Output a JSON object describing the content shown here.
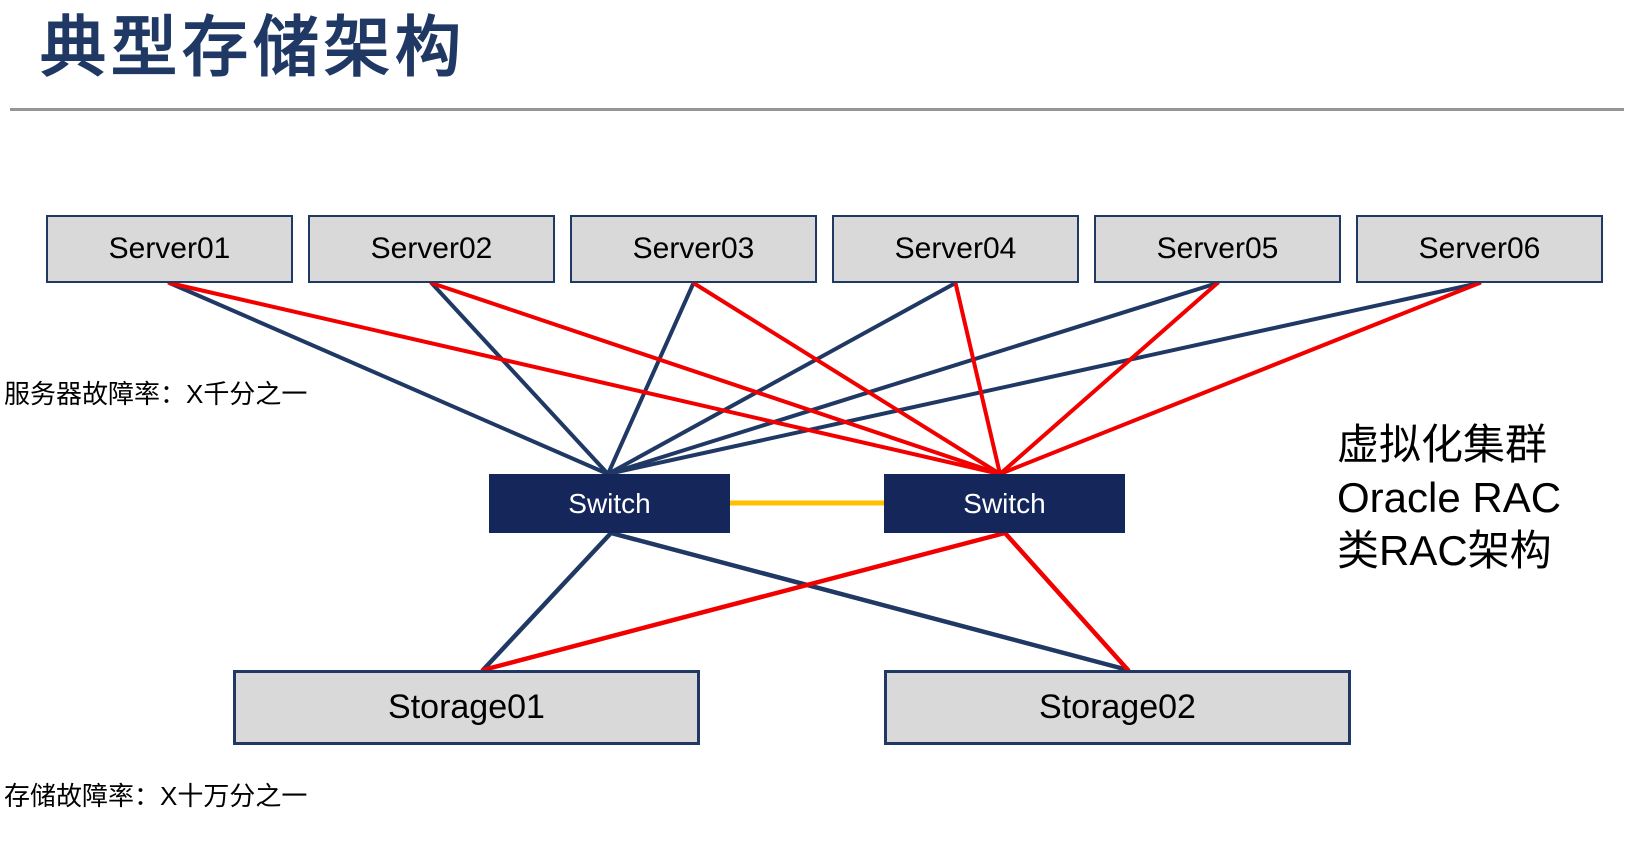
{
  "title": "典型存储架构",
  "nodes": {
    "servers": [
      {
        "id": "server1",
        "label": "Server01"
      },
      {
        "id": "server2",
        "label": "Server02"
      },
      {
        "id": "server3",
        "label": "Server03"
      },
      {
        "id": "server4",
        "label": "Server04"
      },
      {
        "id": "server5",
        "label": "Server05"
      },
      {
        "id": "server6",
        "label": "Server06"
      }
    ],
    "switches": [
      {
        "id": "switch1",
        "label": "Switch"
      },
      {
        "id": "switch2",
        "label": "Switch"
      }
    ],
    "storages": [
      {
        "id": "storage1",
        "label": "Storage01"
      },
      {
        "id": "storage2",
        "label": "Storage02"
      }
    ]
  },
  "notes": {
    "server_failure_rate": "服务器故障率：X千分之一",
    "storage_failure_rate": "存储故障率：X十万分之一",
    "cluster_lines": [
      "虚拟化集群",
      "Oracle RAC",
      "类RAC架构"
    ]
  },
  "edges": [
    {
      "from": "server1",
      "to": "switch1",
      "color": "navy"
    },
    {
      "from": "server2",
      "to": "switch1",
      "color": "navy"
    },
    {
      "from": "server3",
      "to": "switch1",
      "color": "navy"
    },
    {
      "from": "server4",
      "to": "switch1",
      "color": "navy"
    },
    {
      "from": "server5",
      "to": "switch1",
      "color": "navy"
    },
    {
      "from": "server6",
      "to": "switch1",
      "color": "navy"
    },
    {
      "from": "server1",
      "to": "switch2",
      "color": "red"
    },
    {
      "from": "server2",
      "to": "switch2",
      "color": "red"
    },
    {
      "from": "server3",
      "to": "switch2",
      "color": "red"
    },
    {
      "from": "server4",
      "to": "switch2",
      "color": "red"
    },
    {
      "from": "server5",
      "to": "switch2",
      "color": "red"
    },
    {
      "from": "server6",
      "to": "switch2",
      "color": "red"
    },
    {
      "from": "switch1",
      "to": "storage1",
      "color": "navy"
    },
    {
      "from": "switch1",
      "to": "storage2",
      "color": "navy"
    },
    {
      "from": "switch2",
      "to": "storage1",
      "color": "red"
    },
    {
      "from": "switch2",
      "to": "storage2",
      "color": "red"
    },
    {
      "from": "switch1",
      "to": "switch2",
      "color": "orange"
    }
  ],
  "colors": {
    "navy": "#1F3864",
    "switch_fill": "#15265B",
    "node_fill": "#D9D9D9",
    "red": "#F20000",
    "orange": "#FFC000",
    "divider_gray": "#969696",
    "switch_text": "#FFFFFF",
    "text_black": "#000000"
  }
}
